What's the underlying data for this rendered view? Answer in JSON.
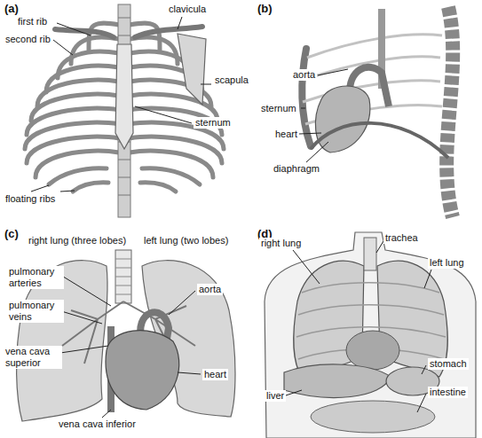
{
  "diagram": {
    "labels": [
      "(a)",
      "first rib",
      "clavicula",
      "second rib",
      "scapula",
      "sternum",
      "floating ribs",
      "(b)",
      "aorta",
      "sternum",
      "heart",
      "diaphragm",
      "(c)",
      "right lung (three lobes)",
      "left lung (two lobes)",
      "pulmonary arteries",
      "pulmonary veins",
      "aorta",
      "vena cava superior",
      "heart",
      "vena cava inferior",
      "(d)",
      "right lung",
      "trachea",
      "left lung",
      "stomach",
      "liver",
      "intestine"
    ]
  }
}
